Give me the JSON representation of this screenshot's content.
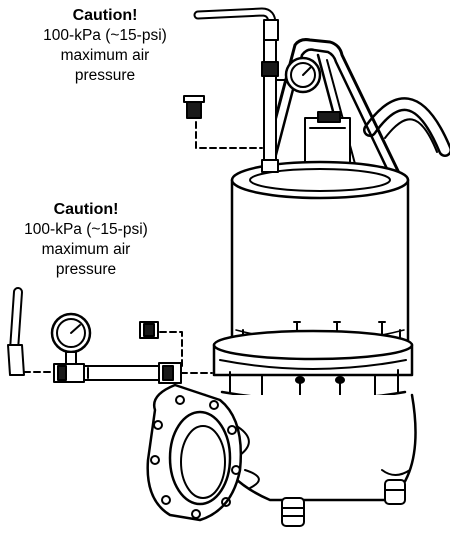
{
  "callouts": [
    {
      "title": "Caution!",
      "line1": "100-kPa (~15-psi)",
      "line2": "maximum air",
      "line3": "pressure"
    },
    {
      "title": "Caution!",
      "line1": "100-kPa (~15-psi)",
      "line2": "maximum air",
      "line3": "pressure"
    }
  ],
  "colors": {
    "ink": "#000000",
    "background": "#ffffff",
    "shade": "#1a1a1a"
  }
}
